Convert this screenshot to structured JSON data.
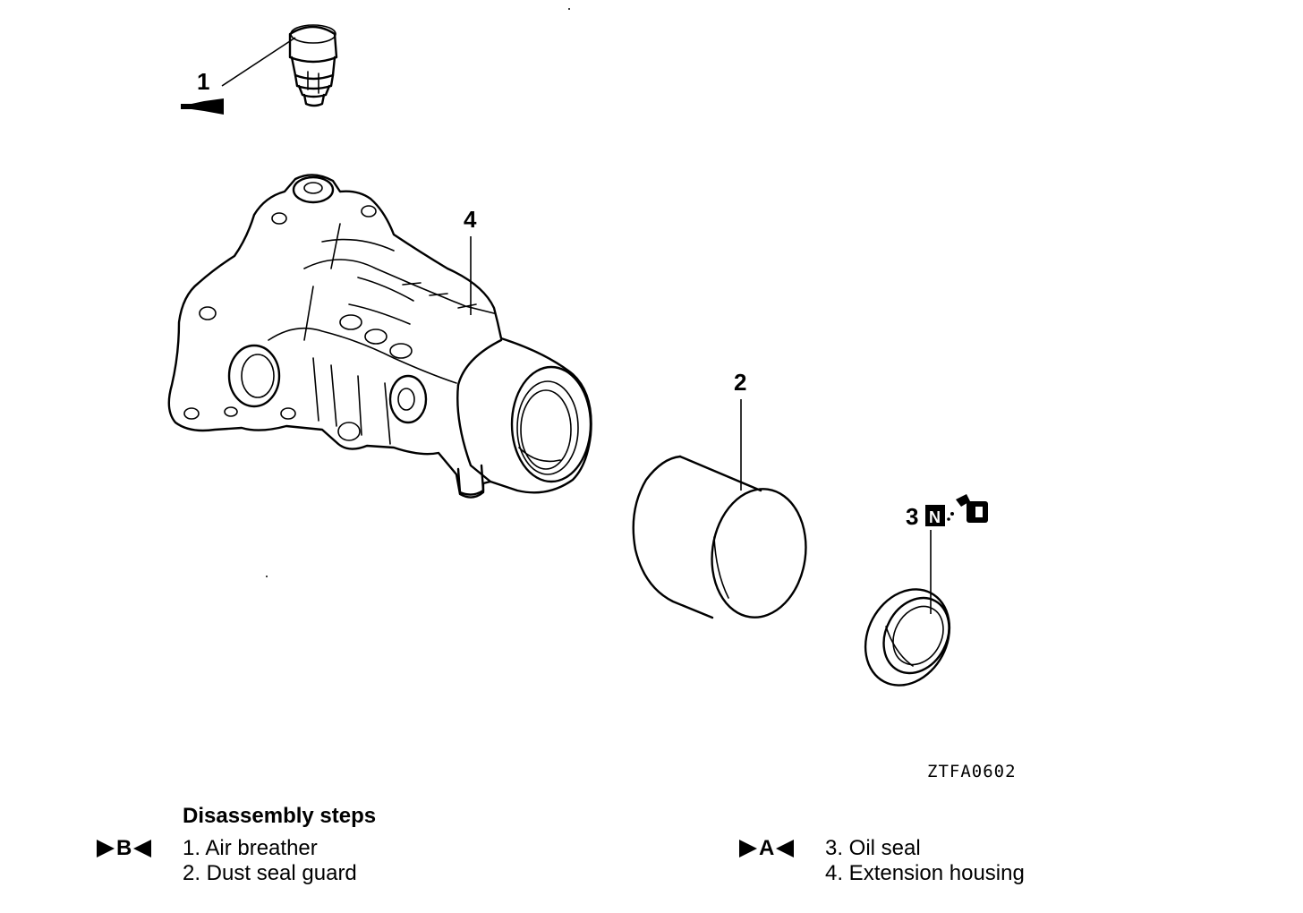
{
  "callouts": {
    "c1": "1",
    "c2": "2",
    "c3": "3",
    "c4": "4",
    "c3_symbol": "N"
  },
  "figure_code": "ZTFA0602",
  "steps_title": "Disassembly steps",
  "groups": [
    {
      "marker": "B",
      "steps": [
        "1. Air breather",
        "2. Dust seal guard"
      ]
    },
    {
      "marker": "A",
      "steps": [
        "3. Oil seal",
        "4. Extension housing"
      ]
    }
  ],
  "icons": [
    "sealant-tube-icon",
    "new-part-icon",
    "oil-can-icon"
  ]
}
